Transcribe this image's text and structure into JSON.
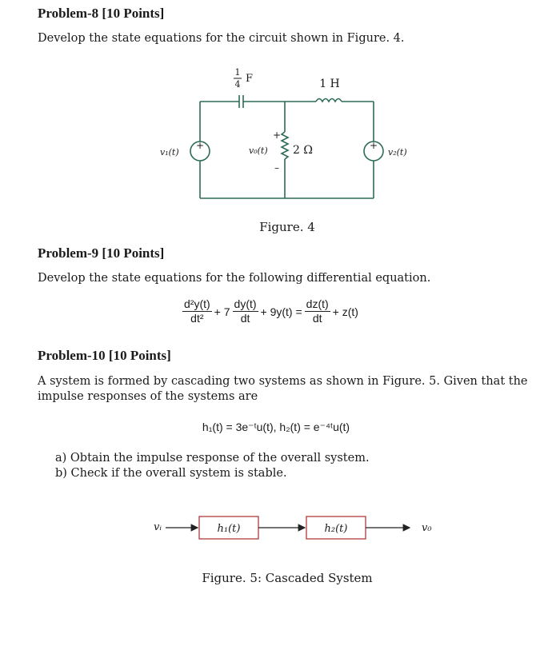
{
  "problem8": {
    "heading": "Problem-8 [10 Points]",
    "text": "Develop the state equations for the circuit shown in Figure. 4.",
    "figure": {
      "cap_num": "1",
      "cap_den": "4",
      "cap_unit": "F",
      "inductor": "1 H",
      "resistor": "2 Ω",
      "source1": "v₁(t)",
      "source2": "v₂(t)",
      "vo": "v₀(t)",
      "plus": "+",
      "minus": "–",
      "caption": "Figure. 4"
    }
  },
  "problem9": {
    "heading": "Problem-9 [10 Points]",
    "text": "Develop the state equations for the following differential equation.",
    "eq": {
      "t1_num": "d²y(t)",
      "t1_den": "dt²",
      "op1": "+ 7",
      "t2_num": "dy(t)",
      "t2_den": "dt",
      "op2": "+ 9y(t) =",
      "t3_num": "dz(t)",
      "t3_den": "dt",
      "op3": "+ z(t)"
    }
  },
  "problem10": {
    "heading": "Problem-10 [10 Points]",
    "text": "A system is formed by cascading two systems as shown in Figure. 5. Given that the impulse responses of the systems are",
    "equation": "h₁(t) = 3e⁻ᵗu(t),  h₂(t) = e⁻⁴ᵗu(t)",
    "part_a": "a)  Obtain the impulse response of the overall system.",
    "part_b": "b)  Check if the overall system is stable.",
    "figure": {
      "input": "vᵢ",
      "block1": "h₁(t)",
      "block2": "h₂(t)",
      "output": "v₀",
      "caption": "Figure. 5: Cascaded System"
    }
  }
}
